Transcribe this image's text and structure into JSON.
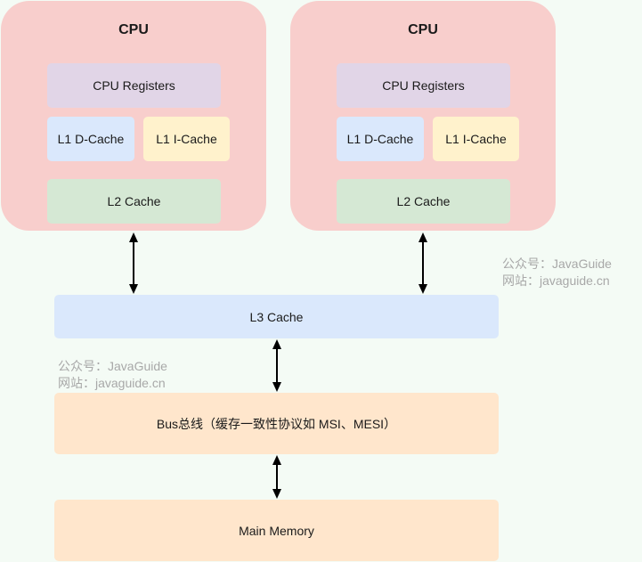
{
  "cpus": [
    {
      "title": "CPU",
      "registers": "CPU Registers",
      "l1d": "L1 D-Cache",
      "l1i": "L1 I-Cache",
      "l2": "L2 Cache"
    },
    {
      "title": "CPU",
      "registers": "CPU Registers",
      "l1d": "L1 D-Cache",
      "l1i": "L1 I-Cache",
      "l2": "L2 Cache"
    }
  ],
  "l3": "L3 Cache",
  "bus": "Bus总线（缓存一致性协议如 MSI、MESI）",
  "memory": "Main Memory",
  "watermarks": [
    {
      "line1": "公众号：JavaGuide",
      "line2": "网站：javaguide.cn"
    },
    {
      "line1": "公众号：JavaGuide",
      "line2": "网站：javaguide.cn"
    }
  ],
  "colors": {
    "cpu_container": "#f8cecc",
    "registers": "#e1d5e7",
    "l1_dcache": "#dae8fc",
    "l1_icache": "#fff2cc",
    "l2_cache": "#d5e8d4",
    "l3_cache": "#dae8fc",
    "bus": "#ffe6cc",
    "memory": "#ffe6cc",
    "arrows": "#000000"
  }
}
